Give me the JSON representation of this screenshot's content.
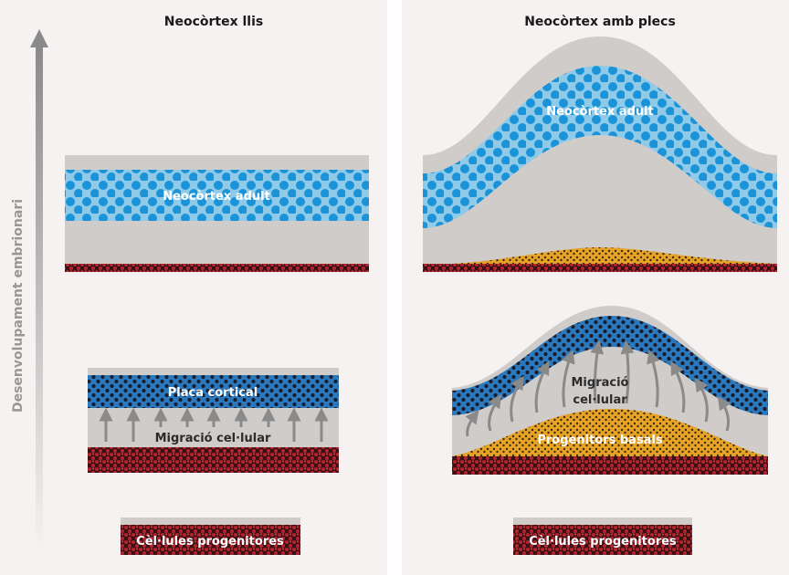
{
  "panels": {
    "left_title": "Neocòrtex llis",
    "right_title": "Neocòrtex amb plecs"
  },
  "axis": {
    "label": "Desenvolupament embrionari"
  },
  "labels": {
    "adult": "Neocòrtex adult",
    "cortical_plate": "Placa cortical",
    "migration_single_line": "Migració cel·lular",
    "migration_line1": "Migració",
    "migration_line2": "cel·lular",
    "basal_progenitors": "Progenitors basals",
    "progenitor_cells": "Cèl·lules progenitores"
  },
  "colors": {
    "panel_bg": "#f6f2f2",
    "gray_layer": "#d0ccca",
    "blue_light": "#8fcbe9",
    "blue_dot": "#1a93d8",
    "blue_dark": "#2a79be",
    "red_base": "#b3262f",
    "orange": "#e6a326",
    "arrow": "#8a8a8a"
  }
}
